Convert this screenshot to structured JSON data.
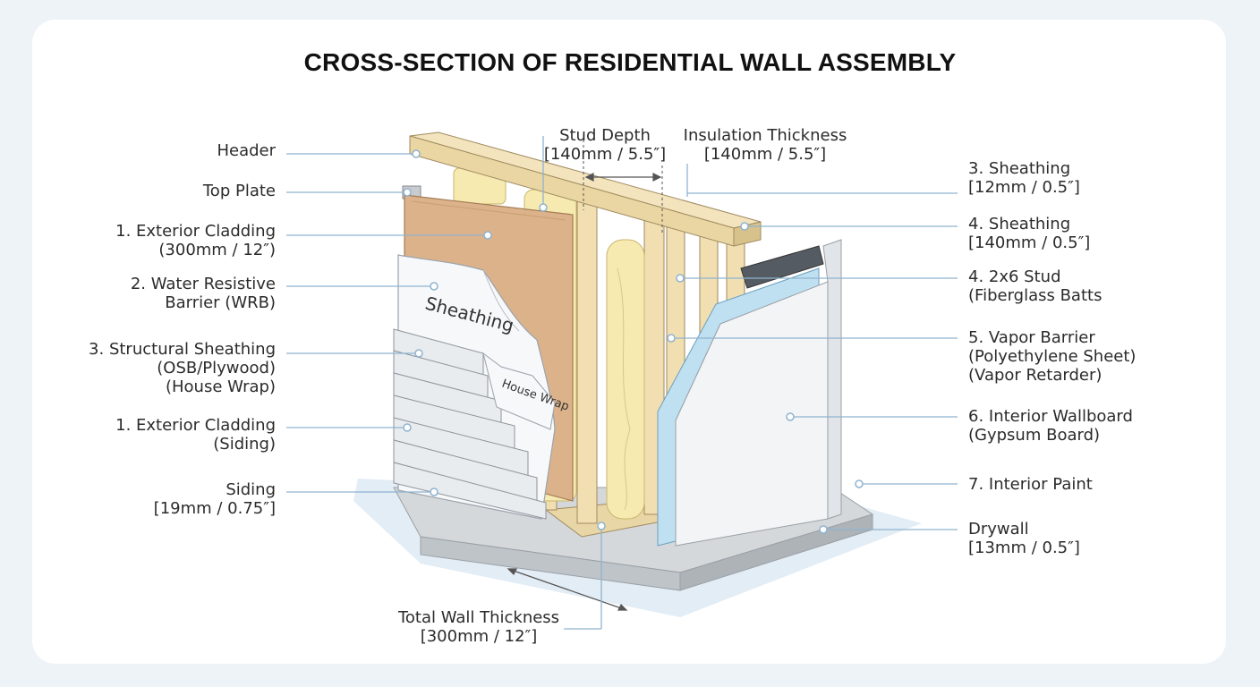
{
  "title": "CROSS-SECTION OF RESIDENTIAL WALL ASSEMBLY",
  "graphic_text": {
    "sheathing": "Sheathing",
    "house_wrap": "House Wrap"
  },
  "labels_left": [
    {
      "id": "header",
      "lines": [
        "Header"
      ]
    },
    {
      "id": "top-plate",
      "lines": [
        "Top Plate"
      ]
    },
    {
      "id": "exterior-cladding-top",
      "lines": [
        "1. Exterior Cladding",
        "(300mm / 12″)"
      ]
    },
    {
      "id": "water-resistive-barrier",
      "lines": [
        "2. Water Resistive",
        "Barrier (WRB)"
      ]
    },
    {
      "id": "structural-sheathing",
      "lines": [
        "3. Structural Sheathing",
        "(OSB/Plywood)",
        "(House Wrap)"
      ]
    },
    {
      "id": "exterior-cladding-siding",
      "lines": [
        "1. Exterior Cladding",
        "(Siding)"
      ]
    },
    {
      "id": "siding",
      "lines": [
        "Siding",
        "[19mm / 0.75″]"
      ]
    }
  ],
  "labels_top": [
    {
      "id": "stud-depth",
      "lines": [
        "Stud Depth",
        "[140mm / 5.5″]"
      ]
    },
    {
      "id": "insulation-thickness",
      "lines": [
        "Insulation Thickness",
        "[140mm / 5.5″]"
      ]
    }
  ],
  "labels_right": [
    {
      "id": "sheathing-3",
      "lines": [
        "3. Sheathing",
        "[12mm / 0.5″]"
      ]
    },
    {
      "id": "sheathing-4",
      "lines": [
        "4. Sheathing",
        "[140mm / 0.5″]"
      ]
    },
    {
      "id": "stud-2x6",
      "lines": [
        "4. 2x6 Stud",
        "(Fiberglass Batts"
      ]
    },
    {
      "id": "vapor-barrier",
      "lines": [
        "5. Vapor Barrier",
        "(Polyethylene Sheet)",
        "(Vapor Retarder)"
      ]
    },
    {
      "id": "interior-wallboard",
      "lines": [
        "6. Interior Wallboard",
        "(Gypsum Board)"
      ]
    },
    {
      "id": "interior-paint",
      "lines": [
        "7. Interior Paint"
      ]
    },
    {
      "id": "drywall",
      "lines": [
        "Drywall",
        "[13mm / 0.5″]"
      ]
    }
  ],
  "labels_bottom": [
    {
      "id": "total-wall-thickness",
      "lines": [
        "Total Wall Thickness",
        "[300mm / 12″]"
      ]
    }
  ],
  "colors": {
    "leader": "#8fb3cf",
    "wood": "#f1dfb2",
    "osb": "#dcb28a",
    "insulation": "#f6eab0",
    "foam": "#bfe0f0",
    "gypsum": "#f2f4f6",
    "concrete": "#cfd3d7"
  }
}
